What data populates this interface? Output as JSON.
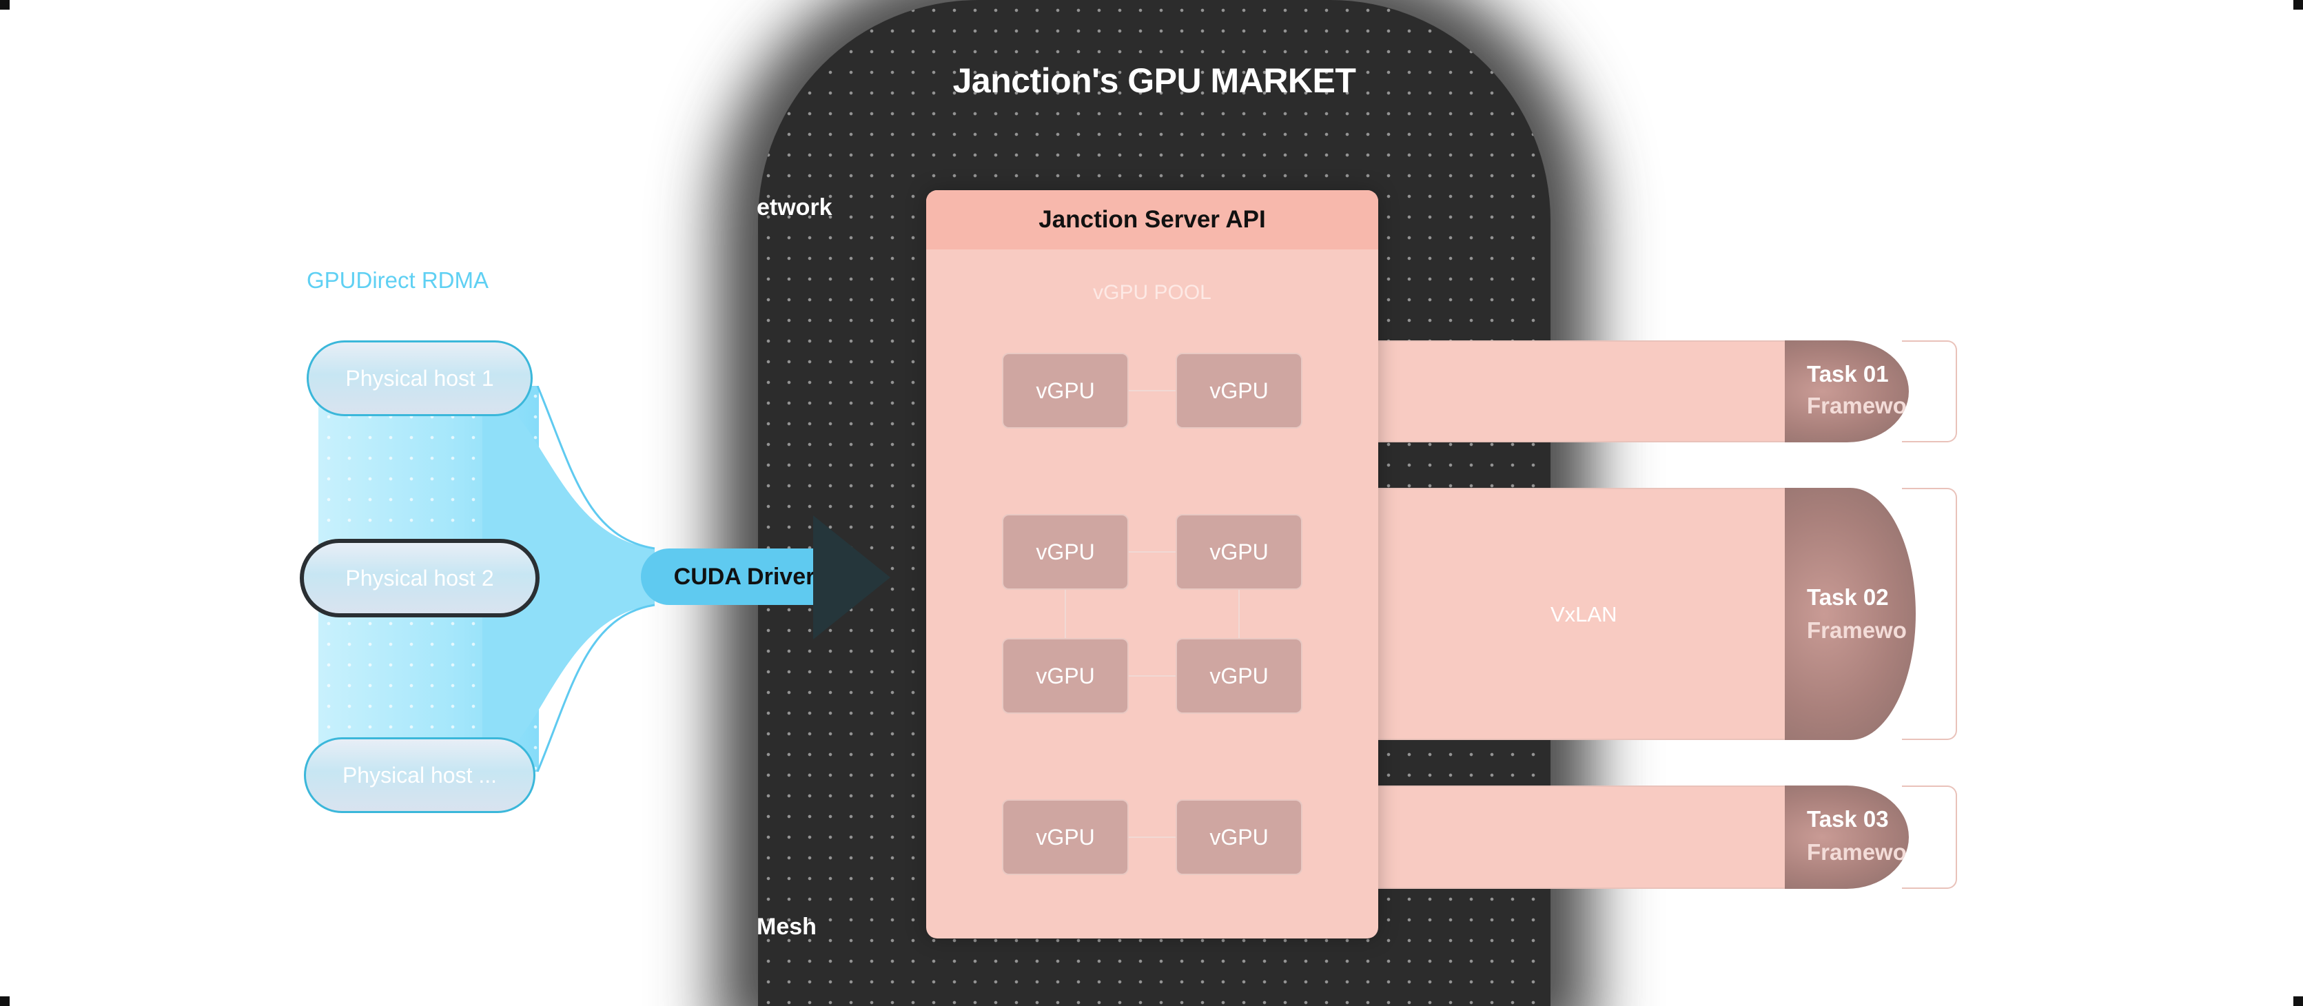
{
  "title": "Janction's GPU MARKET",
  "side_labels": {
    "top": "etwork",
    "bottom": "Mesh"
  },
  "left": {
    "rdma_label": "GPUDirect RDMA",
    "hosts": [
      {
        "label": "Physical host 1"
      },
      {
        "label": "Physical host 2"
      },
      {
        "label": "Physical host ..."
      }
    ],
    "cuda_driver": "CUDA Driver"
  },
  "server": {
    "header": "Janction Server API",
    "pool_label": "vGPU POOL",
    "vgpu_label": "vGPU"
  },
  "lanes": {
    "vxlan": "VxLAN",
    "tasks": [
      {
        "title": "Task 01",
        "subtitle": "Framewo"
      },
      {
        "title": "Task 02",
        "subtitle": "Framewo"
      },
      {
        "title": "Task 03",
        "subtitle": "Framewo"
      }
    ]
  },
  "colors": {
    "accent_blue": "#5fcaf0",
    "server_pink": "#f8cbc2",
    "vgpu_fill": "#cfa6a1",
    "market_dark": "#2c2c2c"
  }
}
